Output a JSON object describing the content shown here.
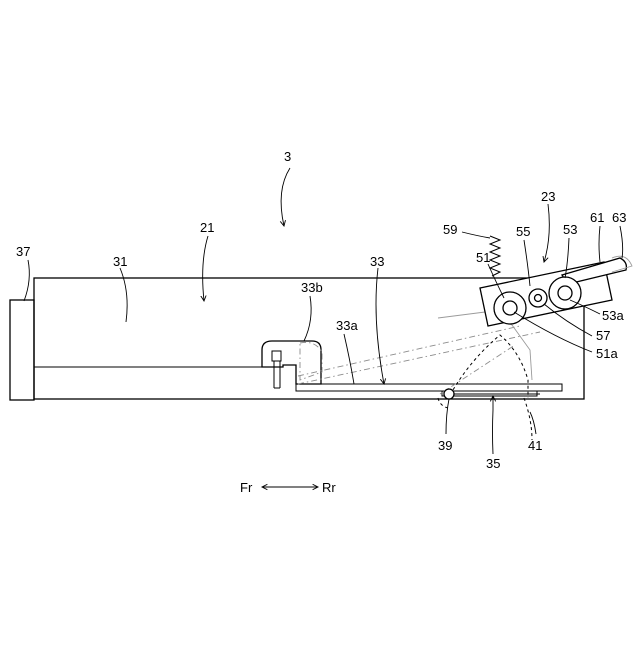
{
  "labels": {
    "device": "3",
    "frame": "21",
    "unit": "23",
    "body": "31",
    "tray": "33",
    "tray_face": "33a",
    "tray_stopper": "33b",
    "link": "35",
    "handle": "37",
    "pivot": "39",
    "arc_path": "41",
    "pickup_roller": "51",
    "pickup_axis": "51a",
    "feed_roller": "53",
    "feed_axis": "53a",
    "holder": "55",
    "gear": "57",
    "spring": "59",
    "lever": "61",
    "lever_tip": "63"
  },
  "direction": {
    "front": "Fr",
    "rear": "Rr"
  }
}
